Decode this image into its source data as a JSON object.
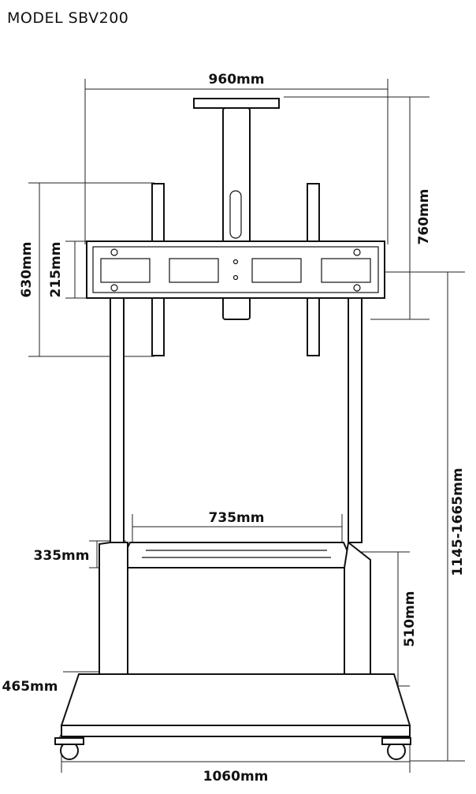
{
  "header": {
    "model": "MODEL SBV200"
  },
  "dimensions": {
    "width_top": "960mm",
    "height_bracket": "760mm",
    "height_vesa": "630mm",
    "height_mount": "215mm",
    "overall_height": "1145-1665mm",
    "shelf_width": "735mm",
    "shelf_clearance": "335mm",
    "shelf_height": "510mm",
    "base_depth": "465mm",
    "base_width": "1060mm"
  }
}
